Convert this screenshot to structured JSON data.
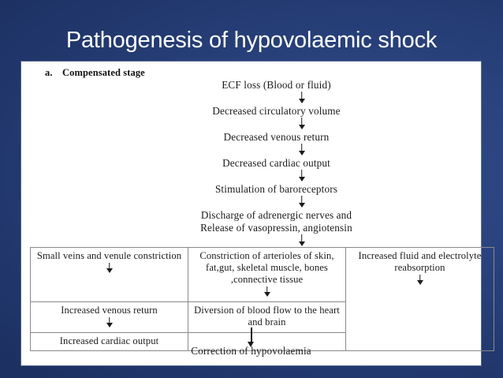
{
  "slide": {
    "title": "Pathogenesis of hypovolaemic shock",
    "title_color": "#ffffff",
    "background_color": "#233a70",
    "panel_color": "#ffffff"
  },
  "section": {
    "marker": "a.",
    "heading": "Compensated stage"
  },
  "upper_flow": {
    "steps": [
      "ECF loss (Blood or fluid)",
      "Decreased circulatory volume",
      "Decreased venous return",
      "Decreased cardiac output",
      "Stimulation of baroreceptors"
    ],
    "final_step_line1": "Discharge of adrenergic nerves and",
    "final_step_line2": "Release of vasopressin, angiotensin",
    "arrow_icon": "arrow-down-icon"
  },
  "table": {
    "columns": [
      {
        "id": "left",
        "cells": [
          "Small veins and venule constriction",
          "Increased venous return",
          "Increased cardiac output"
        ]
      },
      {
        "id": "middle",
        "cells": [
          "Constriction of arterioles of skin, fat,gut, skeletal muscle, bones ,connective tissue",
          "Diversion of blood flow to the heart and brain",
          ""
        ]
      },
      {
        "id": "right",
        "cells": [
          "Increased fluid and electrolyte reabsorption"
        ]
      }
    ]
  },
  "conclusion": {
    "text": "Correction of hypovolaemia",
    "arrow_icon": "arrow-down-icon"
  }
}
